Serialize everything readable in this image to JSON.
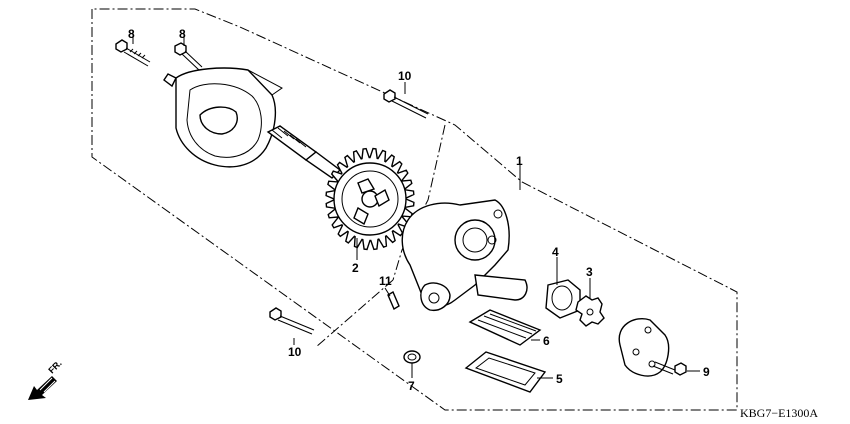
{
  "diagram_code": "KBG7−E1300A",
  "direction_label": "FR.",
  "callouts": {
    "c1": "1",
    "c2": "2",
    "c3": "3",
    "c4": "4",
    "c5": "5",
    "c6": "6",
    "c7": "7",
    "c8a": "8",
    "c8b": "8",
    "c9": "9",
    "c10a": "10",
    "c10b": "10",
    "c11": "11"
  }
}
